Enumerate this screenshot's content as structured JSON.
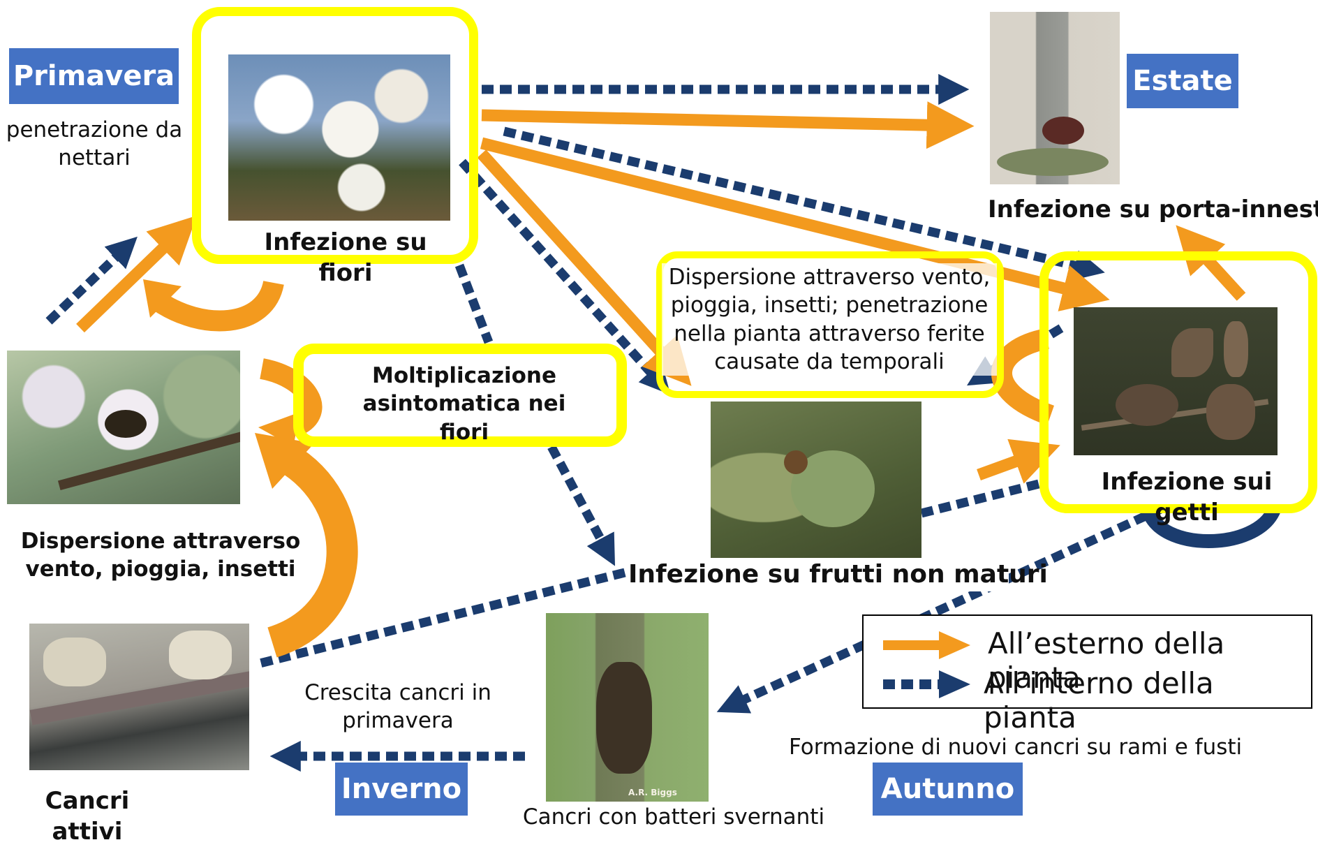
{
  "seasons": {
    "spring": "Primavera",
    "summer": "Estate",
    "winter": "Inverno",
    "autumn": "Autunno"
  },
  "labels": {
    "spring_note": "penetrazione da nettari",
    "flowers": "Infezione su fiori",
    "rootstock": "Infezione su porta-innesto",
    "dispersal_storm": "Dispersione attraverso vento, pioggia, insetti; penetrazione nella pianta attraverso ferite causate da temporali",
    "asymptomatic": "Moltiplicazione asintomatica nei fiori",
    "shoots": "Infezione sui getti",
    "dispersal": "Dispersione attraverso vento, pioggia, insetti",
    "unripe_fruit": "Infezione su frutti non maturi",
    "active_cankers": "Cancri attivi",
    "canker_growth": "Crescita cancri in primavera",
    "overwintering": "Cancri con batteri svernanti",
    "new_cankers": "Formazione di nuovi cancri su rami e fusti"
  },
  "legend": {
    "external": "All’esterno della pianta",
    "internal": "All’interno della pianta"
  },
  "colors": {
    "external": "#f39a1e",
    "internal": "#1b3c6e",
    "season_bg": "#4472c4",
    "highlight": "#ffff00"
  },
  "photos": {
    "flowers": "pear-blossom-photo",
    "rootstock": "rootstock-canker-photo",
    "bee": "bee-on-blossom-photo",
    "fruit": "infected-fruit-photo",
    "shoots": "blighted-shoot-photo",
    "cankers": "active-canker-photo",
    "overwinter": "overwintering-canker-photo",
    "photo_credit": "A.R. Biggs"
  }
}
